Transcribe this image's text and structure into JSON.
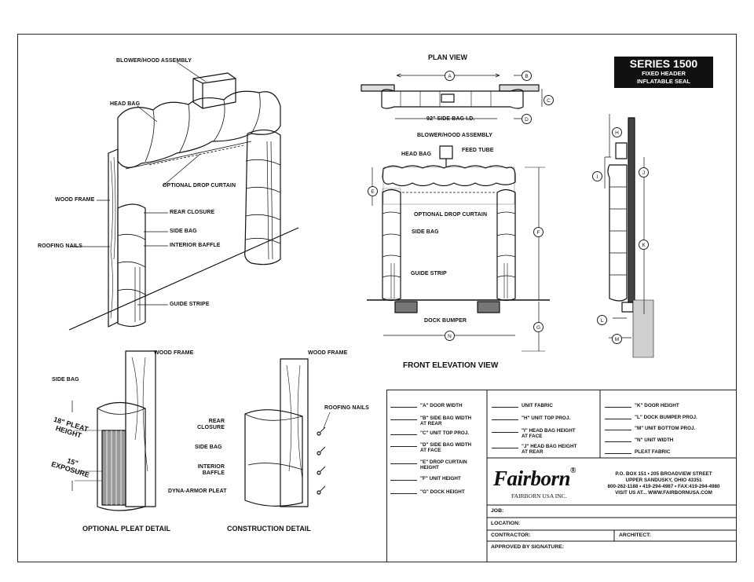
{
  "badge": {
    "series": "SERIES 1500",
    "line1": "FIXED HEADER",
    "line2": "INFLATABLE SEAL"
  },
  "iso_labels": {
    "blower": "BLOWER/HOOD ASSEMBLY",
    "head_bag": "HEAD BAG",
    "drop_curtain": "OPTIONAL DROP CURTAIN",
    "wood_frame": "WOOD FRAME",
    "rear_closure": "REAR CLOSURE",
    "side_bag": "SIDE BAG",
    "roofing_nails": "ROOFING NAILS",
    "interior_baffle": "INTERIOR BAFFLE",
    "guide_stripe": "GUIDE STRIPE"
  },
  "plan_view": {
    "title": "PLAN VIEW",
    "side_bag_id": "92\" SIDE BAG I.D."
  },
  "front_view": {
    "title": "FRONT ELEVATION VIEW",
    "blower": "BLOWER/HOOD ASSEMBLY",
    "feed_tube": "FEED TUBE",
    "head_bag": "HEAD BAG",
    "drop_curtain": "OPTIONAL DROP CURTAIN",
    "side_bag": "SIDE BAG",
    "guide_strip": "GUIDE STRIP",
    "dock_bumper": "DOCK BUMPER"
  },
  "dimensions": [
    "A",
    "B",
    "C",
    "D",
    "E",
    "F",
    "G",
    "H",
    "I",
    "J",
    "K",
    "L",
    "M",
    "N"
  ],
  "pleat_detail": {
    "title": "OPTIONAL PLEAT DETAIL",
    "wood_frame": "WOOD FRAME",
    "side_bag": "SIDE BAG",
    "pleat_line1": "18\" PLEAT",
    "pleat_line2": "HEIGHT",
    "exposure_line1": "15\"",
    "exposure_line2": "EXPOSURE",
    "dyna_armor": "DYNA-ARMOR PLEAT"
  },
  "construction_detail": {
    "title": "CONSTRUCTION DETAIL",
    "wood_frame": "WOOD FRAME",
    "rear_closure_1": "REAR",
    "rear_closure_2": "CLOSURE",
    "side_bag": "SIDE BAG",
    "interior_baffle_1": "INTERIOR",
    "interior_baffle_2": "BAFFLE",
    "roofing_nails": "ROOFING NAILS"
  },
  "legend": {
    "col1": [
      [
        "\"A\" DOOR WIDTH"
      ],
      [
        "\"B\" SIDE BAG WIDTH",
        "AT REAR"
      ],
      [
        "\"C\" UNIT TOP PROJ."
      ],
      [
        "\"D\" SIDE BAG WIDTH",
        "AT FACE"
      ],
      [
        "\"E\" DROP CURTAIN",
        "HEIGHT"
      ],
      [
        "\"F\" UNIT HEIGHT"
      ],
      [
        "\"G\" DOCK HEIGHT"
      ]
    ],
    "col2": [
      [
        "UNIT FABRIC"
      ],
      [
        "\"H\" UNIT TOP PROJ."
      ],
      [
        "\"I\" HEAD BAG HEIGHT",
        "AT FACE"
      ],
      [
        "\"J\" HEAD BAG HEIGHT",
        "AT REAR"
      ]
    ],
    "col3": [
      [
        "\"K\" DOOR HEIGHT"
      ],
      [
        "\"L\" DOCK BUMPER PROJ."
      ],
      [
        "\"M\" UNIT BOTTOM PROJ."
      ],
      [
        "\"N\" UNIT WIDTH"
      ],
      [
        "PLEAT FABRIC"
      ]
    ]
  },
  "company": {
    "logo": "Fairborn",
    "reg": "®",
    "sub": "FAIRBORN USA INC.",
    "addr1": "P.O. BOX 151 • 205 BROADVIEW STREET",
    "addr2": "UPPER SANDUSKY, OHIO 43351",
    "addr3": "800-262-1188 • 419-294-4987 • FAX:419-294-4980",
    "addr4": "VISIT US AT... WWW.FAIRBORNUSA.COM"
  },
  "fields": {
    "job": "JOB:",
    "location": "LOCATION:",
    "contractor": "CONTRACTOR:",
    "architect": "ARCHITECT:",
    "approved": "APPROVED BY SIGNATURE:"
  }
}
